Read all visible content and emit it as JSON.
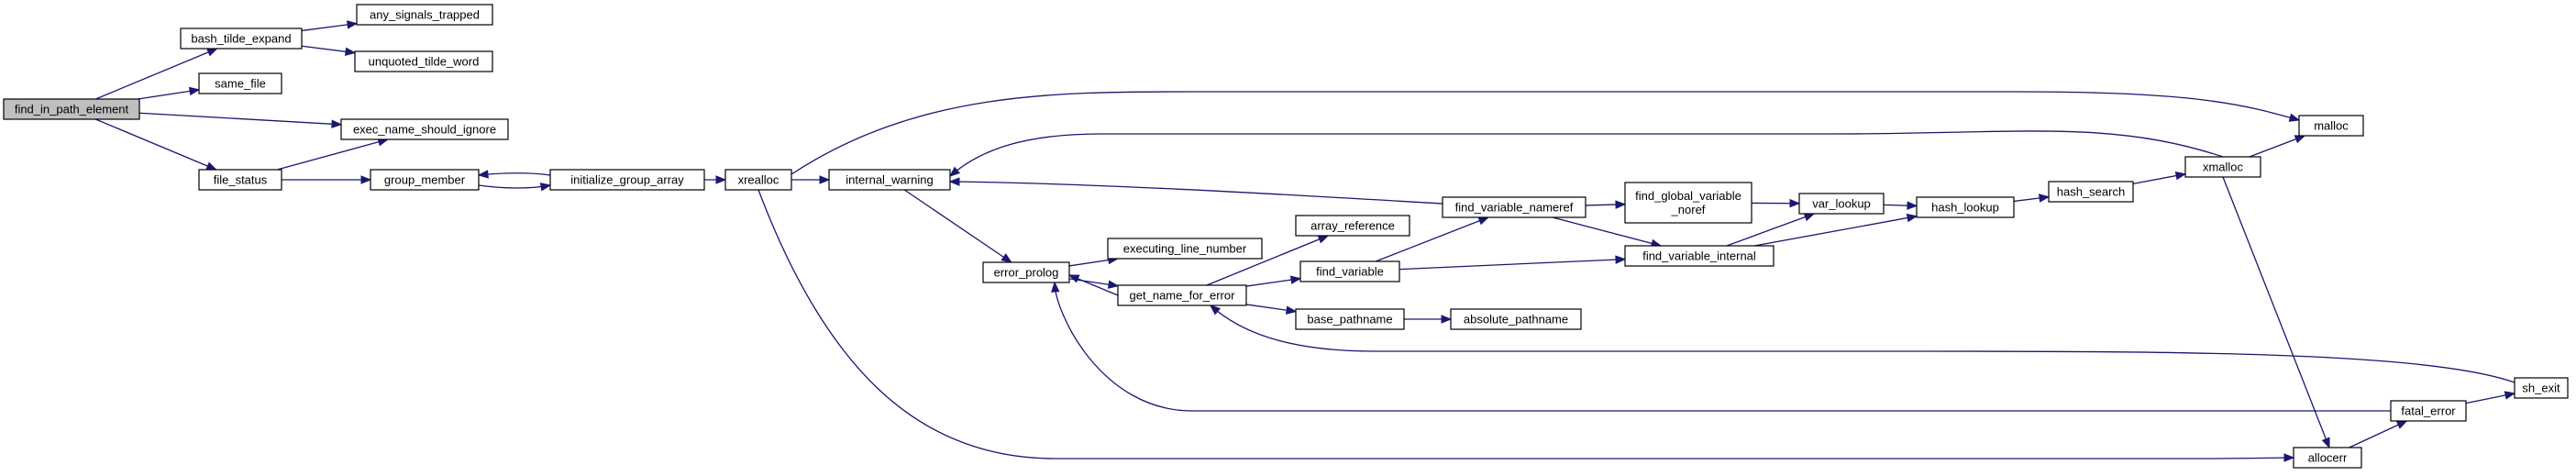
{
  "diagram": {
    "edge_color": "#191970",
    "root_fill": "#bfbfbf",
    "nodes": [
      {
        "id": "find_in_path_element",
        "label": [
          "find_in_path_element"
        ],
        "root": true
      },
      {
        "id": "bash_tilde_expand",
        "label": [
          "bash_tilde_expand"
        ]
      },
      {
        "id": "same_file",
        "label": [
          "same_file"
        ]
      },
      {
        "id": "exec_name_should_ignore",
        "label": [
          "exec_name_should_ignore"
        ]
      },
      {
        "id": "file_status",
        "label": [
          "file_status"
        ]
      },
      {
        "id": "any_signals_trapped",
        "label": [
          "any_signals_trapped"
        ]
      },
      {
        "id": "unquoted_tilde_word",
        "label": [
          "unquoted_tilde_word"
        ]
      },
      {
        "id": "group_member",
        "label": [
          "group_member"
        ]
      },
      {
        "id": "initialize_group_array",
        "label": [
          "initialize_group_array"
        ]
      },
      {
        "id": "xrealloc",
        "label": [
          "xrealloc"
        ]
      },
      {
        "id": "internal_warning",
        "label": [
          "internal_warning"
        ]
      },
      {
        "id": "error_prolog",
        "label": [
          "error_prolog"
        ]
      },
      {
        "id": "executing_line_number",
        "label": [
          "executing_line_number"
        ]
      },
      {
        "id": "get_name_for_error",
        "label": [
          "get_name_for_error"
        ]
      },
      {
        "id": "array_reference",
        "label": [
          "array_reference"
        ]
      },
      {
        "id": "find_variable",
        "label": [
          "find_variable"
        ]
      },
      {
        "id": "base_pathname",
        "label": [
          "base_pathname"
        ]
      },
      {
        "id": "absolute_pathname",
        "label": [
          "absolute_pathname"
        ]
      },
      {
        "id": "find_variable_nameref",
        "label": [
          "find_variable_nameref"
        ]
      },
      {
        "id": "find_global_variable_noref",
        "label": [
          "find_global_variable",
          "_noref"
        ]
      },
      {
        "id": "find_variable_internal",
        "label": [
          "find_variable_internal"
        ]
      },
      {
        "id": "var_lookup",
        "label": [
          "var_lookup"
        ]
      },
      {
        "id": "hash_lookup",
        "label": [
          "hash_lookup"
        ]
      },
      {
        "id": "hash_search",
        "label": [
          "hash_search"
        ]
      },
      {
        "id": "xmalloc",
        "label": [
          "xmalloc"
        ]
      },
      {
        "id": "malloc",
        "label": [
          "malloc"
        ]
      },
      {
        "id": "sh_exit",
        "label": [
          "sh_exit"
        ]
      },
      {
        "id": "fatal_error",
        "label": [
          "fatal_error"
        ]
      },
      {
        "id": "allocerr",
        "label": [
          "allocerr"
        ]
      }
    ],
    "edges": [
      [
        "find_in_path_element",
        "bash_tilde_expand"
      ],
      [
        "find_in_path_element",
        "same_file"
      ],
      [
        "find_in_path_element",
        "exec_name_should_ignore"
      ],
      [
        "find_in_path_element",
        "file_status"
      ],
      [
        "bash_tilde_expand",
        "any_signals_trapped"
      ],
      [
        "bash_tilde_expand",
        "unquoted_tilde_word"
      ],
      [
        "file_status",
        "exec_name_should_ignore"
      ],
      [
        "file_status",
        "group_member"
      ],
      [
        "group_member",
        "initialize_group_array"
      ],
      [
        "initialize_group_array",
        "group_member"
      ],
      [
        "initialize_group_array",
        "xrealloc"
      ],
      [
        "xrealloc",
        "malloc"
      ],
      [
        "xrealloc",
        "internal_warning"
      ],
      [
        "xrealloc",
        "allocerr"
      ],
      [
        "internal_warning",
        "error_prolog"
      ],
      [
        "error_prolog",
        "executing_line_number"
      ],
      [
        "error_prolog",
        "get_name_for_error"
      ],
      [
        "get_name_for_error",
        "array_reference"
      ],
      [
        "get_name_for_error",
        "find_variable"
      ],
      [
        "get_name_for_error",
        "base_pathname"
      ],
      [
        "get_name_for_error",
        "error_prolog"
      ],
      [
        "base_pathname",
        "absolute_pathname"
      ],
      [
        "find_variable",
        "find_variable_nameref"
      ],
      [
        "find_variable",
        "find_variable_internal"
      ],
      [
        "find_variable_nameref",
        "internal_warning"
      ],
      [
        "find_variable_nameref",
        "find_global_variable_noref"
      ],
      [
        "find_variable_nameref",
        "find_variable_internal"
      ],
      [
        "find_global_variable_noref",
        "var_lookup"
      ],
      [
        "find_variable_internal",
        "var_lookup"
      ],
      [
        "find_variable_internal",
        "hash_lookup"
      ],
      [
        "var_lookup",
        "hash_lookup"
      ],
      [
        "hash_lookup",
        "hash_search"
      ],
      [
        "hash_search",
        "xmalloc"
      ],
      [
        "xmalloc",
        "malloc"
      ],
      [
        "xmalloc",
        "internal_warning"
      ],
      [
        "xmalloc",
        "allocerr"
      ],
      [
        "allocerr",
        "fatal_error"
      ],
      [
        "fatal_error",
        "sh_exit"
      ],
      [
        "fatal_error",
        "error_prolog"
      ],
      [
        "sh_exit",
        "get_name_for_error"
      ]
    ]
  }
}
